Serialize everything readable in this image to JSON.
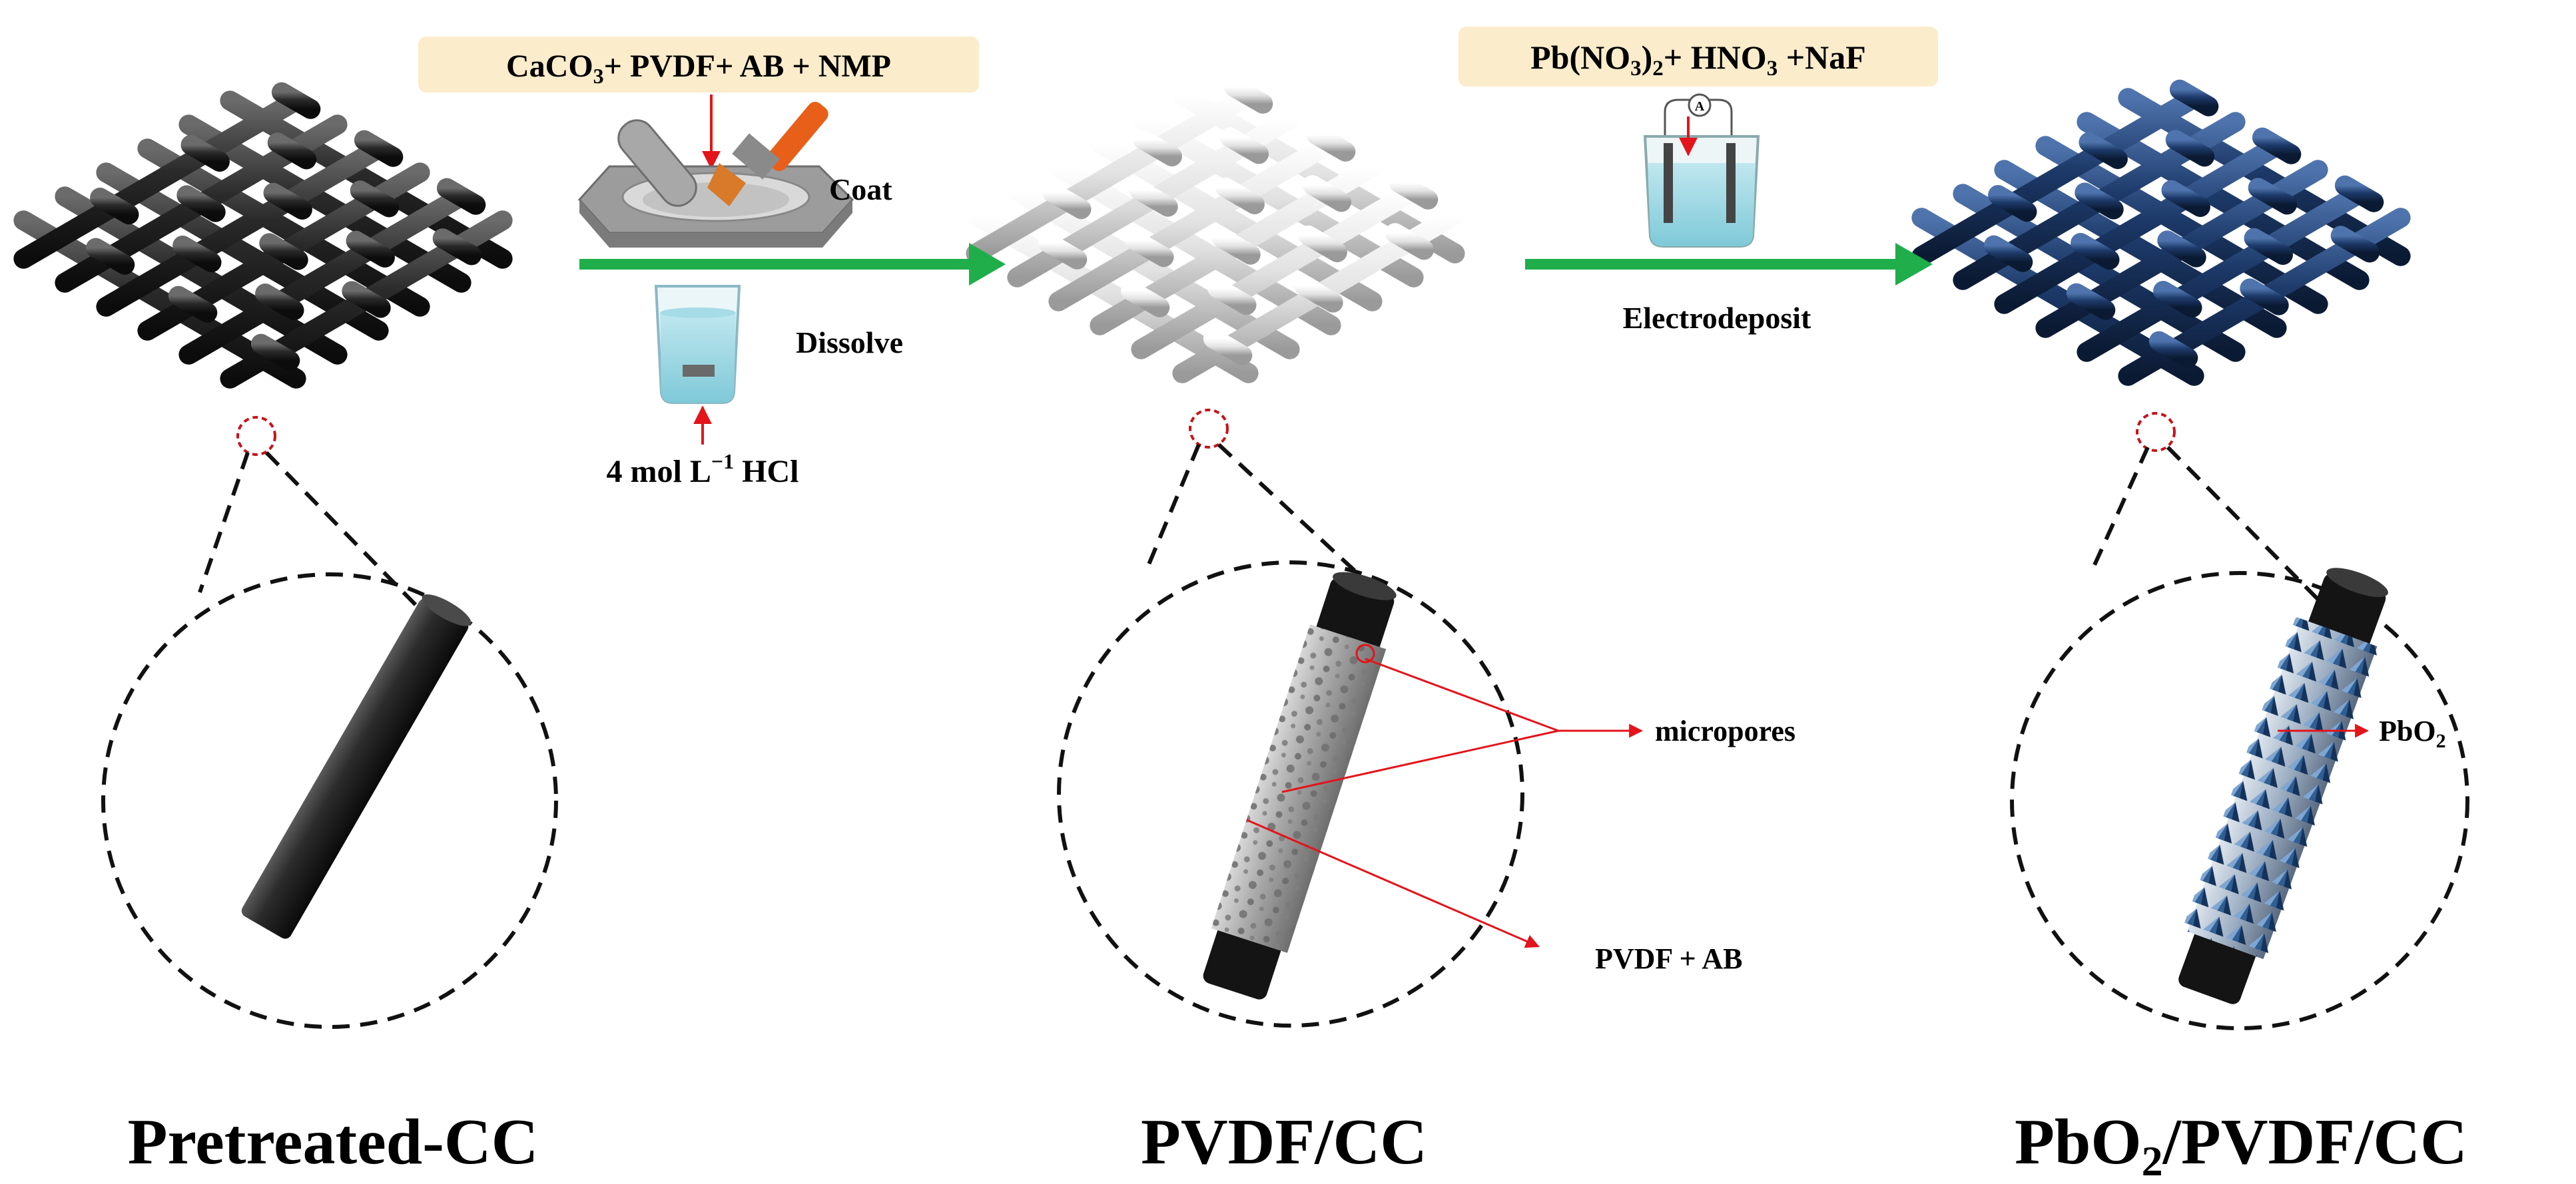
{
  "stages": [
    {
      "key": "pretreated",
      "label": "Pretreated-CC",
      "weave_color": "#2b2b2b"
    },
    {
      "key": "pvdf",
      "label": "PVDF/CC",
      "weave_color": "#e6e6e6"
    },
    {
      "key": "pbo2",
      "label_main": "PbO",
      "label_sub": "2",
      "label_rest": "/PVDF/CC",
      "weave_color": "#1c3560"
    }
  ],
  "step1": {
    "reagents": {
      "p1": "CaCO",
      "s1": "3",
      "p2": "+ PVDF+ AB + NMP"
    },
    "coat_label": "Coat",
    "dissolve_label": "Dissolve",
    "hcl": {
      "p1": "4 mol L",
      "sup": "−1",
      "p2": " HCl"
    }
  },
  "step2": {
    "reagents": {
      "p1": "Pb(NO",
      "s1": "3",
      "p2": ")",
      "s2": "2",
      "p3": "+ HNO",
      "s3": "3",
      "p4": " +NaF"
    },
    "ammeter_symbol": "A",
    "electrodeposit_label": "Electrodeposit"
  },
  "annotations": {
    "micropores": "micropores",
    "pvdf_ab": "PVDF + AB",
    "pbo2": {
      "p1": "PbO",
      "s1": "2"
    }
  },
  "colors": {
    "arrow_green": "#1fae4a",
    "pointer_red": "#e3141b",
    "reagent_box": "#fbeccb"
  }
}
